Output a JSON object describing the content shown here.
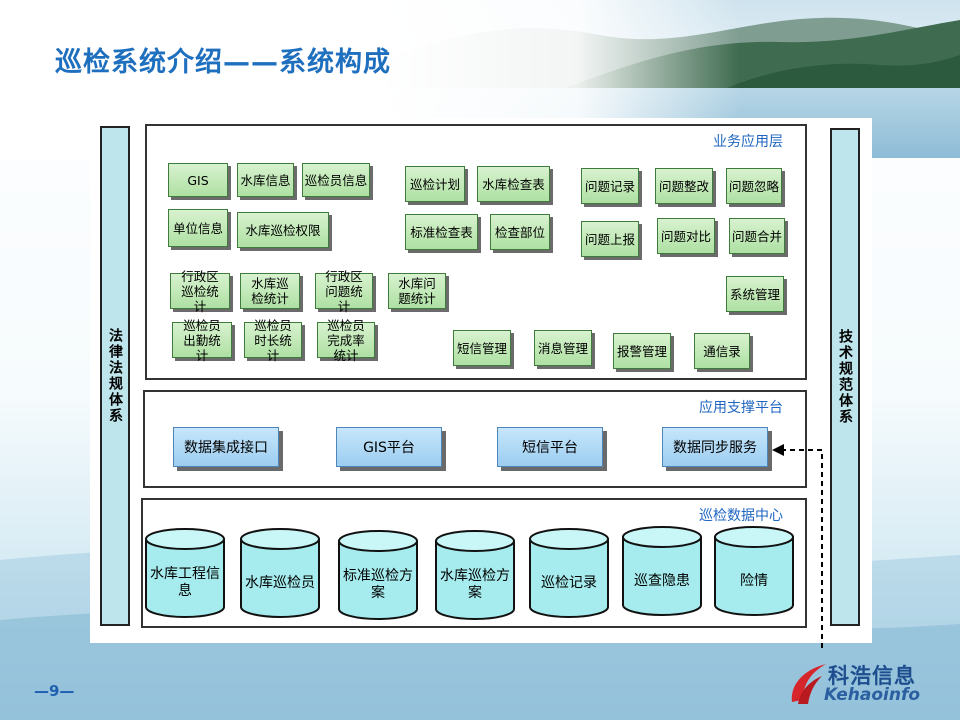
{
  "slide_title": "巡检系统介绍——系统构成",
  "left_bar_label": "法律法规体系",
  "right_bar_label": "技术规范体系",
  "layers": {
    "business": {
      "title": "业务应用层",
      "items": {
        "gis": "GIS",
        "reservoir_info": "水库信息",
        "inspector_info": "巡检员信息",
        "unit_info": "单位信息",
        "reservoir_permission": "水库巡检权限",
        "patrol_plan": "巡检计划",
        "reservoir_checklist": "水库检查表",
        "standard_checklist": "标准检查表",
        "check_parts": "检查部位",
        "issue_record": "问题记录",
        "issue_rectify": "问题整改",
        "issue_ignore": "问题忽略",
        "issue_report": "问题上报",
        "issue_compare": "问题对比",
        "issue_merge": "问题合并",
        "district_stats": "行政区巡检统计",
        "reservoir_stats": "水库巡检统计",
        "district_issue_stats": "行政区问题统计",
        "reservoir_issue_stats": "水库问题统计",
        "attendance_stats": "巡检员出勤统计",
        "duration_stats": "巡检员时长统计",
        "completion_stats": "巡检员完成率统计",
        "sms_mgmt": "短信管理",
        "message_mgmt": "消息管理",
        "alarm_mgmt": "报警管理",
        "contacts": "通信录",
        "system_mgmt": "系统管理"
      }
    },
    "support": {
      "title": "应用支撑平台",
      "items": {
        "data_integration": "数据集成接口",
        "gis_platform": "GIS平台",
        "sms_platform": "短信平台",
        "data_sync": "数据同步服务"
      }
    },
    "data_center": {
      "title": "巡检数据中心",
      "items": {
        "engineering_info": "水库工程信息",
        "reservoir_inspectors": "水库巡检员",
        "standard_plan": "标准巡检方案",
        "reservoir_plan": "水库巡检方案",
        "patrol_records": "巡检记录",
        "hazards": "巡查隐患",
        "danger": "险情"
      }
    }
  },
  "page_number": "—9—",
  "logo": {
    "cn": "科浩信息",
    "en": "Kehaoinfo"
  },
  "colors": {
    "title_blue": "#1f6fbf",
    "layer_title_blue": "#1f66c2",
    "green_box": "#aee0a3",
    "blue_box": "#9ccdf0",
    "cylinder": "#a6ecee",
    "side_bar": "#bfe5ec",
    "logo_red": "#d7262b"
  }
}
